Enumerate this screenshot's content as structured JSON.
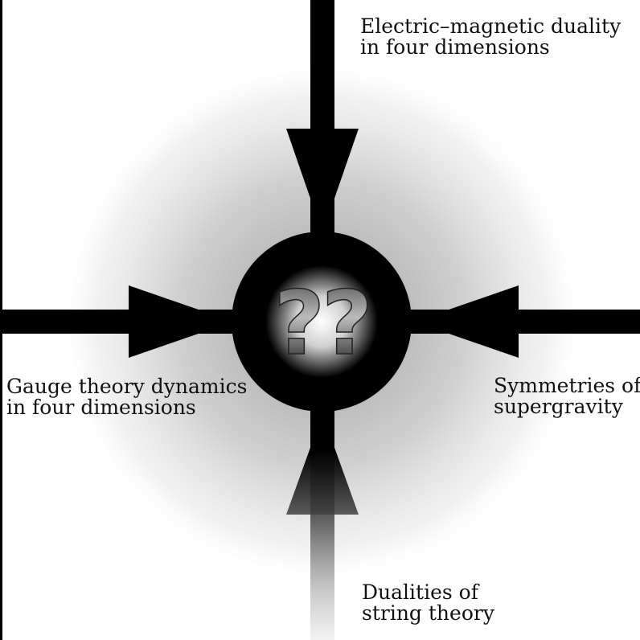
{
  "diagram": {
    "center_symbol": "??",
    "inputs": {
      "top": {
        "line1": "Electric–magnetic duality",
        "line2": "in four dimensions"
      },
      "left": {
        "line1": "Gauge theory dynamics",
        "line2": "in four dimensions"
      },
      "right": {
        "line1": "Symmetries of",
        "line2": "supergravity"
      },
      "bottom": {
        "line1": "Dualities of",
        "line2": "string theory"
      }
    },
    "colors": {
      "ink": "#000000",
      "halo": "#9a9a9a",
      "background": "#ffffff"
    }
  }
}
